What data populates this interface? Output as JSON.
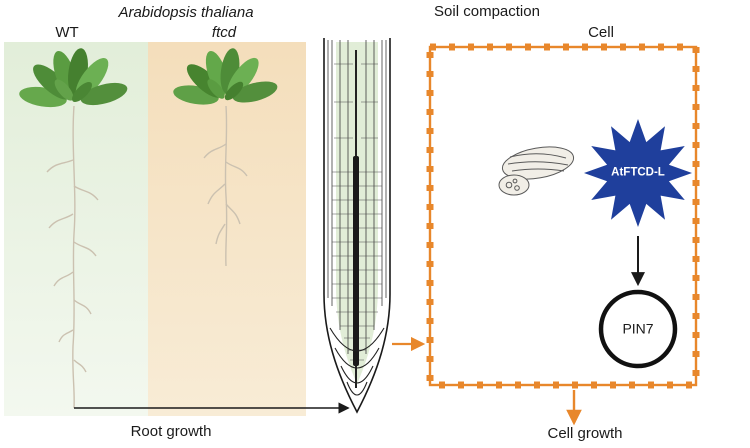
{
  "header": {
    "species_title": "Arabidopsis thaliana",
    "wt_label": "WT",
    "ftcd_label": "ftcd",
    "soil_compaction_label": "Soil compaction",
    "cell_label": "Cell"
  },
  "cell_panel": {
    "protein_label": "AtFTCD-L",
    "pin_label": "PIN7",
    "organelle_icon": "mitochondria-icon",
    "burst_icon": "protein-starburst-icon"
  },
  "footer": {
    "root_growth_label": "Root growth",
    "cell_growth_label": "Cell growth"
  },
  "colors": {
    "accent_orange": "#E8872B",
    "star_blue": "#1F3F9C",
    "panel_green": "#E6F0DE",
    "panel_orange": "#F5E0BC",
    "leaf_green": "#5E9C44",
    "root_gray": "#CBC1B0",
    "outline_black": "#1A1A1A"
  }
}
